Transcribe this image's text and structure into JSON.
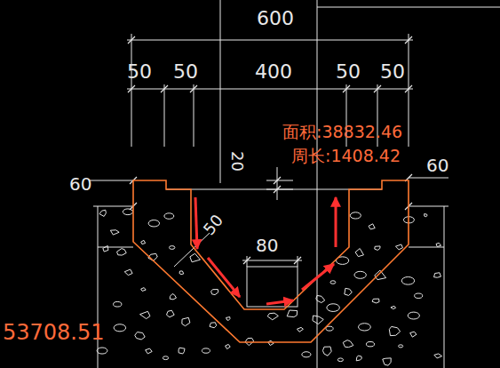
{
  "diagram": {
    "labels": [
      "600",
      "50",
      "50",
      "400",
      "50",
      "50",
      "面积:38832.46",
      "周长:1408.42",
      "20",
      "60",
      "60",
      "50",
      "80",
      "53708.51"
    ]
  }
}
